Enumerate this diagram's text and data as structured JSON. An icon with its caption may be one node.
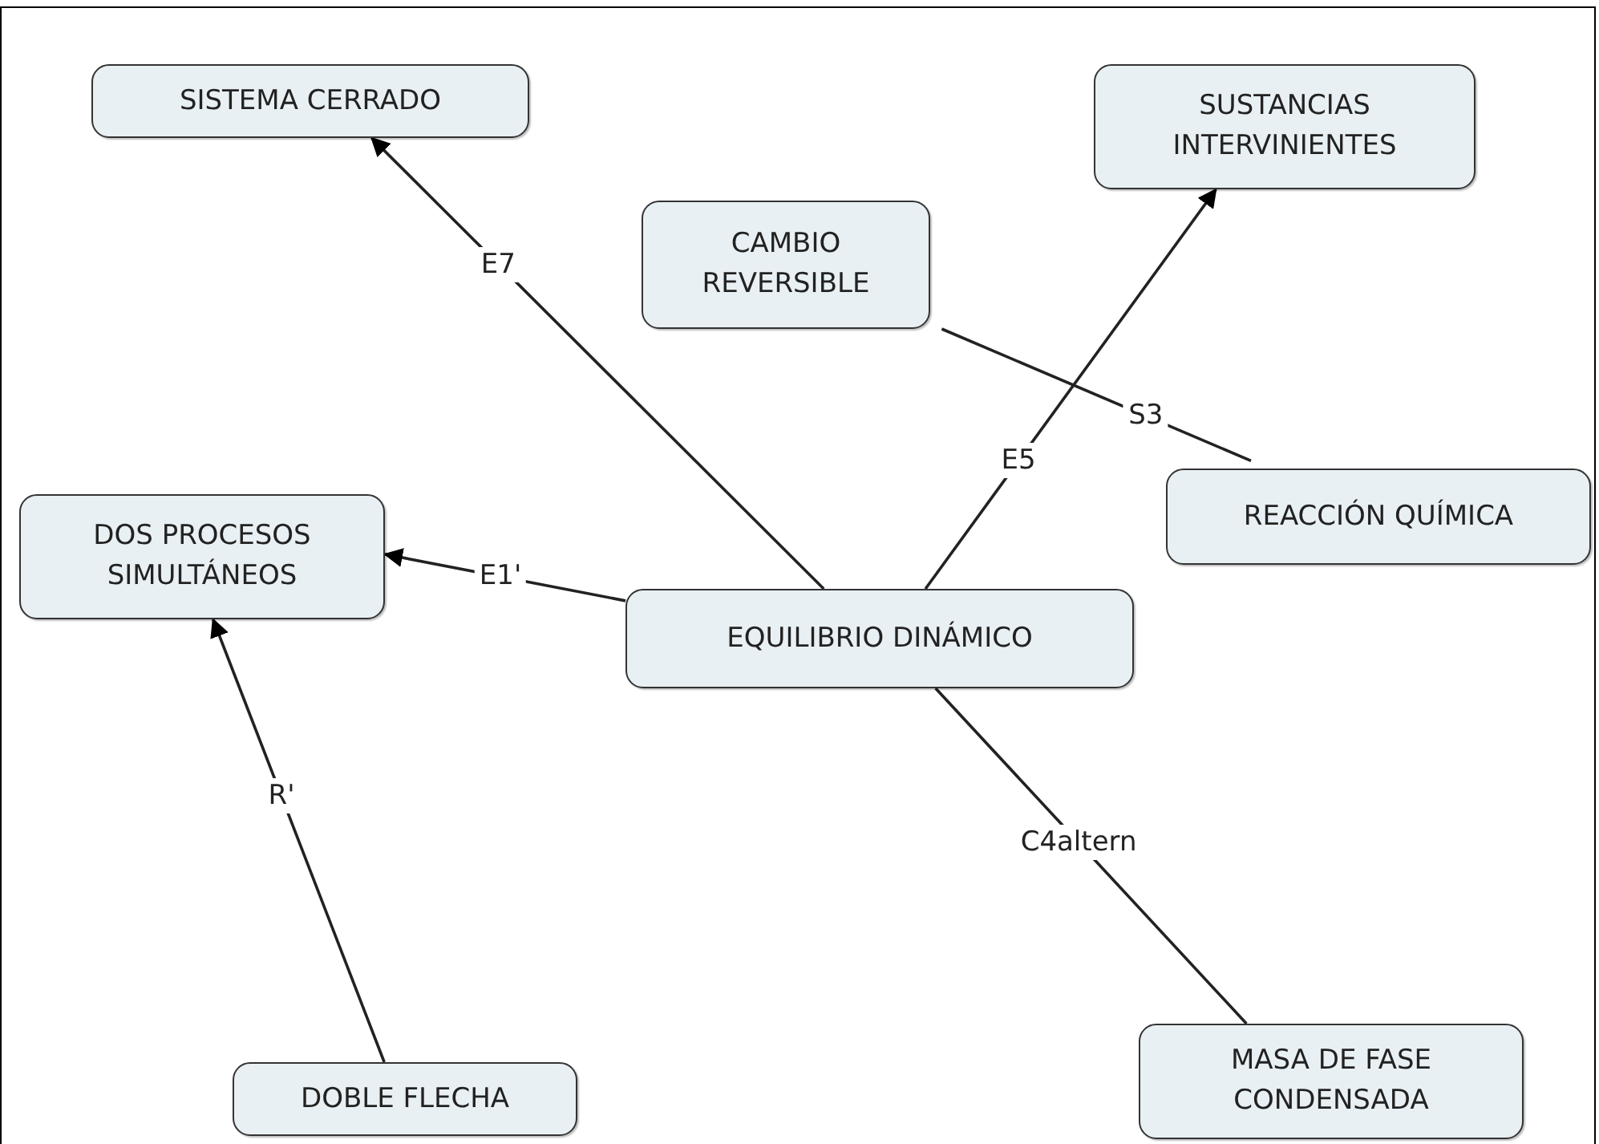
{
  "diagram": {
    "nodes": [
      {
        "text": [
          "SISTEMA CERRADO"
        ]
      },
      {
        "text": [
          "SUSTANCIAS INTERVINIENTES"
        ]
      },
      {
        "text": [
          "CAMBIO REVERSIBLE"
        ]
      },
      {
        "text": [
          "REACCIÓN QUÍMICA"
        ]
      },
      {
        "text": [
          "DOS PROCESOS SIMULTÁNEOS"
        ]
      },
      {
        "text": [
          "EQUILIBRIO DINÁMICO"
        ]
      },
      {
        "text": [
          "DOBLE FLECHA"
        ]
      },
      {
        "text": [
          "MASA DE FASE CONDENSADA"
        ]
      }
    ],
    "edges": [
      {
        "from": 5,
        "to": 0,
        "arrow": "to",
        "label": "E7"
      },
      {
        "from": 5,
        "to": 1,
        "arrow": "to",
        "label": "E5"
      },
      {
        "from": 2,
        "to": 3,
        "arrow": "none",
        "label": "S3"
      },
      {
        "from": 5,
        "to": 4,
        "arrow": "to",
        "label": "E1'"
      },
      {
        "from": 6,
        "to": 4,
        "arrow": "to",
        "label": "R'"
      },
      {
        "from": 5,
        "to": 7,
        "arrow": "none",
        "label": "C4altern"
      }
    ]
  }
}
